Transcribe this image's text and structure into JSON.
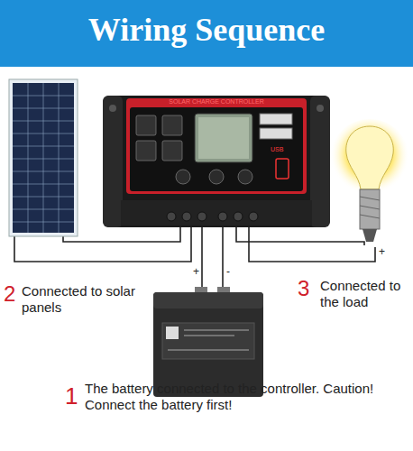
{
  "diagram": {
    "title": "Wiring Sequence",
    "labels": [
      "SOLAR CHARGE CONTROLLER",
      "USB",
      "+",
      "-",
      "+",
      "2",
      "Connected to solar panels",
      "3",
      "Connected to the load",
      "1",
      "The battery connected to the controller. Caution! Connect the battery first!"
    ]
  }
}
